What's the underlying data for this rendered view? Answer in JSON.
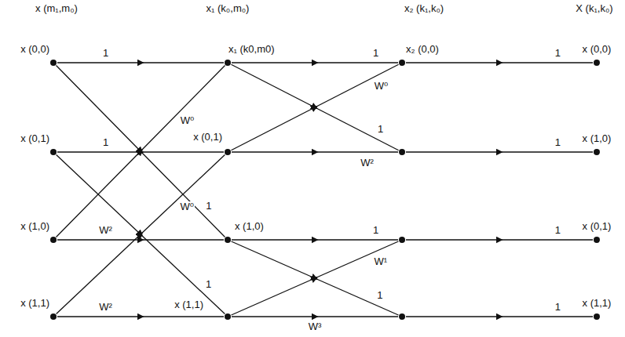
{
  "diagram": {
    "nodes": [
      {
        "text": [
          "x (0,0)"
        ]
      },
      {
        "text": [
          "x (0,1)"
        ]
      },
      {
        "text": [
          "x (1,0)"
        ]
      },
      {
        "text": [
          "x (1,1)"
        ]
      },
      {
        "text": [
          "x₁ (k0,m0)"
        ]
      },
      {
        "text": [
          "x (0,1)"
        ]
      },
      {
        "text": [
          "x (1,0)"
        ]
      },
      {
        "text": [
          "x (1,1)"
        ]
      },
      {
        "text": [
          "x₂ (0,0)"
        ]
      },
      {
        "text": []
      },
      {
        "text": []
      },
      {
        "text": []
      },
      {
        "text": [
          "x (0,0)"
        ]
      },
      {
        "text": [
          "x (1,0)"
        ]
      },
      {
        "text": [
          "x (0,1)"
        ]
      },
      {
        "text": [
          "x (1,1)"
        ]
      }
    ],
    "edges": [
      {
        "from": 0,
        "to": 4,
        "arrow": "to",
        "label": "1"
      },
      {
        "from": 0,
        "to": 6,
        "arrow": "to",
        "label": "1"
      },
      {
        "from": 1,
        "to": 5,
        "arrow": "to",
        "label": "1"
      },
      {
        "from": 1,
        "to": 7,
        "arrow": "to",
        "label": "1"
      },
      {
        "from": 2,
        "to": 4,
        "arrow": "to",
        "label": "W⁰"
      },
      {
        "from": 3,
        "to": 5,
        "arrow": "to",
        "label": "W⁰"
      },
      {
        "from": 2,
        "to": 6,
        "arrow": "to",
        "label": "W²"
      },
      {
        "from": 3,
        "to": 7,
        "arrow": "to",
        "label": "W²"
      },
      {
        "from": 4,
        "to": 8,
        "arrow": "to",
        "label": "1"
      },
      {
        "from": 4,
        "to": 9,
        "arrow": "to",
        "label": "1"
      },
      {
        "from": 5,
        "to": 8,
        "arrow": "to",
        "label": "W⁰"
      },
      {
        "from": 5,
        "to": 9,
        "arrow": "to",
        "label": "W²"
      },
      {
        "from": 6,
        "to": 10,
        "arrow": "to",
        "label": "1"
      },
      {
        "from": 7,
        "to": 10,
        "arrow": "to",
        "label": "W¹"
      },
      {
        "from": 6,
        "to": 11,
        "arrow": "to",
        "label": "1"
      },
      {
        "from": 7,
        "to": 11,
        "arrow": "to",
        "label": "W³"
      },
      {
        "from": 8,
        "to": 12,
        "arrow": "to",
        "label": "1"
      },
      {
        "from": 9,
        "to": 13,
        "arrow": "to",
        "label": "1"
      },
      {
        "from": 10,
        "to": 14,
        "arrow": "to",
        "label": "1"
      },
      {
        "from": 11,
        "to": 15,
        "arrow": "to",
        "label": "1"
      }
    ],
    "labels": [
      "x (m₁,m₀)",
      "x₁ (k₀,m₀)",
      "x₂ (k₁,k₀)",
      "X (k₁,k₀)"
    ]
  }
}
